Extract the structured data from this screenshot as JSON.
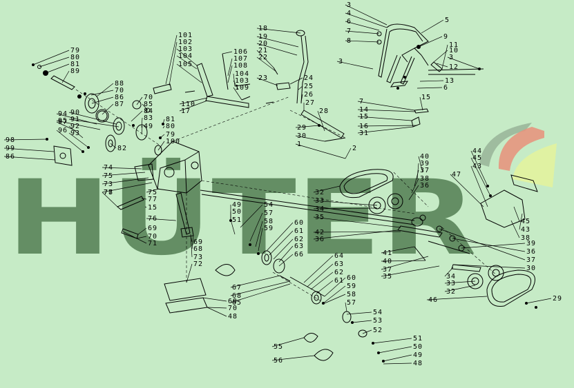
{
  "brand": {
    "watermark_text": "HÜTER",
    "colors": {
      "background": "#c6ebc6",
      "watermark": "#3f6b3f",
      "logo_red": "#e8907a",
      "logo_yellow": "#e2f2a0",
      "logo_gray": "#9ab79a"
    }
  },
  "callouts": [
    "79",
    "80",
    "81",
    "89",
    "88",
    "70",
    "86",
    "87",
    "90",
    "91",
    "92",
    "93",
    "94",
    "95",
    "96",
    "97",
    "98",
    "99",
    "86",
    "70",
    "85",
    "84",
    "83",
    "49",
    "82",
    "81",
    "80",
    "79",
    "100",
    "101",
    "102",
    "103",
    "104",
    "105",
    "106",
    "107",
    "108",
    "104",
    "103",
    "109",
    "110",
    "17",
    "18",
    "19",
    "20",
    "21",
    "22",
    "23",
    "24",
    "25",
    "26",
    "27",
    "28",
    "29",
    "30",
    "1",
    "2",
    "3",
    "4",
    "5",
    "6",
    "7",
    "8",
    "3",
    "9",
    "10",
    "11",
    "12",
    "3",
    "6",
    "7",
    "13",
    "14",
    "15",
    "16",
    "31",
    "15",
    "74",
    "75",
    "73",
    "78",
    "77",
    "77",
    "15",
    "75",
    "76",
    "69",
    "70",
    "71",
    "72",
    "73",
    "69",
    "68",
    "69",
    "70",
    "48",
    "49",
    "50",
    "51",
    "54",
    "57",
    "58",
    "59",
    "60",
    "61",
    "62",
    "63",
    "66",
    "67",
    "68",
    "65",
    "64",
    "63",
    "62",
    "61",
    "60",
    "59",
    "58",
    "57",
    "54",
    "53",
    "52",
    "51",
    "50",
    "49",
    "48",
    "55",
    "56",
    "40",
    "39",
    "37",
    "38",
    "36",
    "32",
    "33",
    "34",
    "35",
    "36",
    "42",
    "41",
    "40",
    "37",
    "35",
    "34",
    "33",
    "32",
    "46",
    "44",
    "45",
    "43",
    "47",
    "45",
    "43",
    "38",
    "39",
    "36",
    "37",
    "30",
    "29"
  ]
}
